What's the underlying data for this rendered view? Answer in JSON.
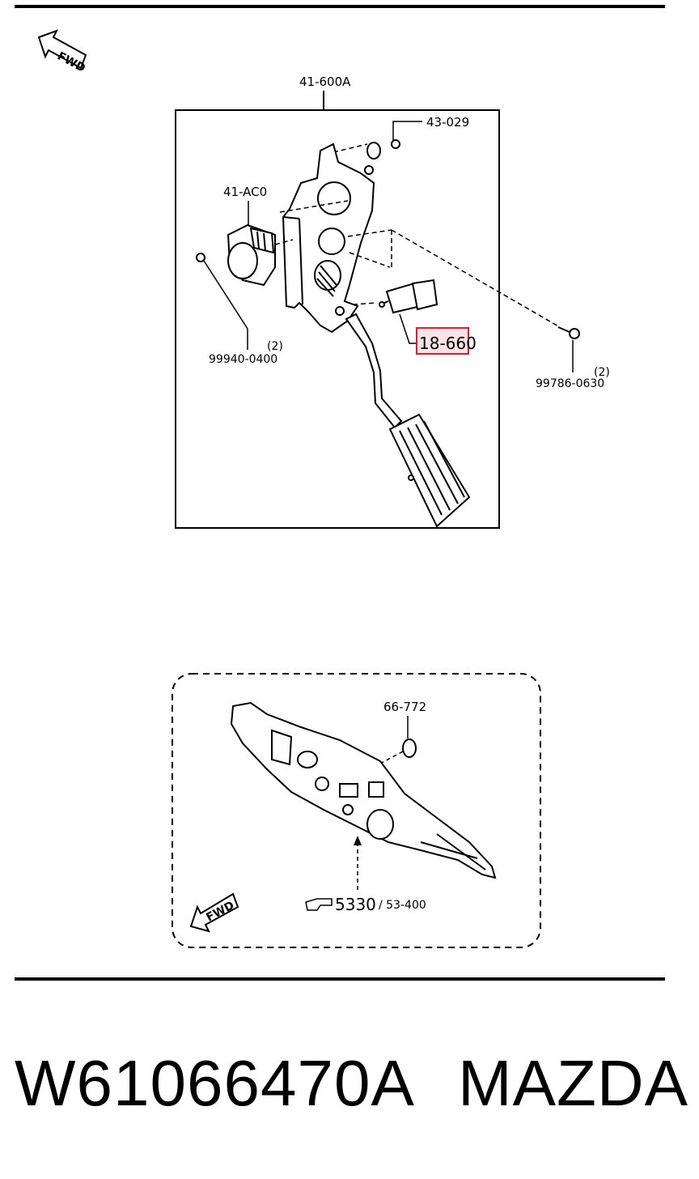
{
  "top_panel": {
    "fwd_label": "FWD",
    "assembly_label": "41-600A",
    "callouts": {
      "clip": "43-029",
      "sensor": "41-AC0",
      "nut_left": "99940-0400",
      "nut_left_qty": "(2)",
      "switch": "18-660",
      "bolt_right": "99786-0630",
      "bolt_right_qty": "(2)"
    },
    "highlight_color": "#e8192c"
  },
  "bottom_panel": {
    "fwd_label": "FWD",
    "callout": "66-772",
    "ref_number": "5330",
    "ref_sub": "/ 53-400"
  },
  "footer": {
    "part_number": "W61066470A",
    "brand": "MAZDA"
  }
}
